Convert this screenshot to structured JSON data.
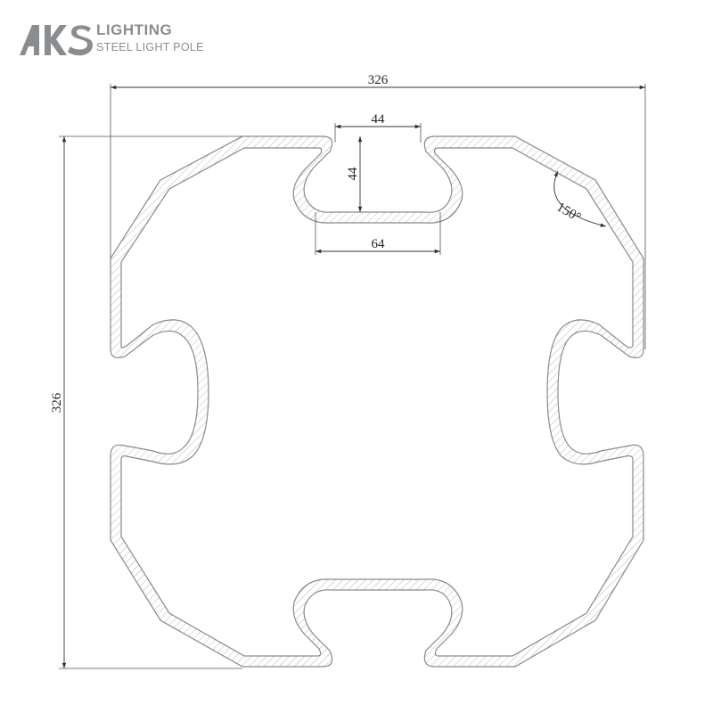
{
  "brand": {
    "logo_text": "AKS",
    "title": "LIGHTING",
    "subtitle": "STEEL LIGHT POLE"
  },
  "dimensions": {
    "overall_width": "326",
    "overall_height": "326",
    "slot_opening": "44",
    "slot_depth": "44",
    "slot_bottom_width": "64",
    "chamfer_angle": "150°"
  },
  "colors": {
    "outline": "#8a8a8a",
    "hatch": "#b8b8b8",
    "dim_line": "#333333",
    "logo_gray": "#8a8d90"
  }
}
